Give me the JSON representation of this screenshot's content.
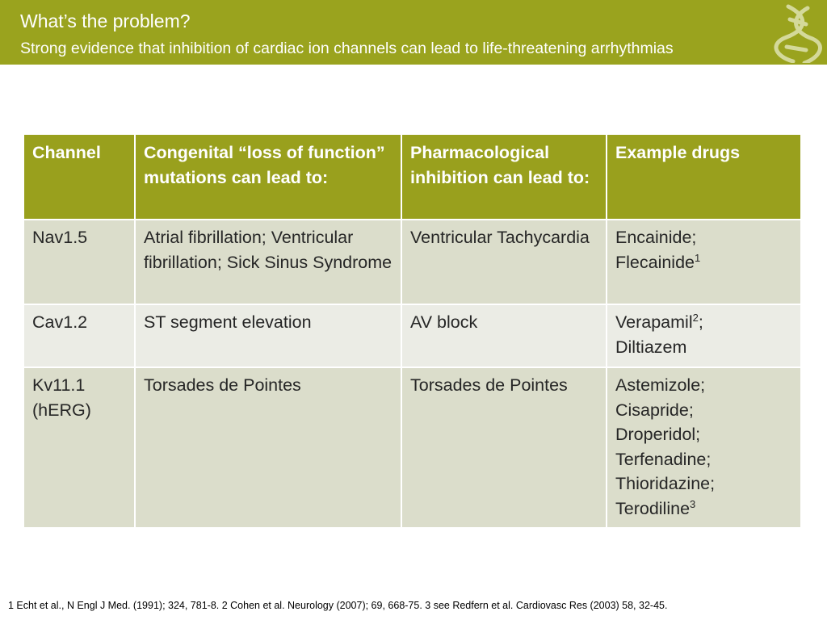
{
  "slide": {
    "title": "What’s the problem?",
    "subtitle": "Strong evidence that inhibition of cardiac ion channels can lead to life-threatening arrhythmias",
    "logo_icon": "helix-logo-icon"
  },
  "colors": {
    "header": "#9aa31e",
    "table_header": "#99a01d",
    "row_dark": "#dbddcb",
    "row_light": "#ebece5"
  },
  "table": {
    "headers": [
      "Channel",
      "Congenital “loss of function” mutations can lead to:",
      "Pharmacological inhibition can lead to:",
      "Example drugs"
    ],
    "rows": [
      {
        "channel": "Nav1.5",
        "congenital": "Atrial fibrillation; Ventricular fibrillation; Sick Sinus Syndrome",
        "pharmacological": "Ventricular Tachycardia",
        "drugs": [
          {
            "text": "Encainide;",
            "sup": ""
          },
          {
            "text": "Flecainide",
            "sup": "1"
          }
        ]
      },
      {
        "channel": "Cav1.2",
        "congenital": "ST segment elevation",
        "pharmacological": "AV block",
        "drugs": [
          {
            "text": "Verapamil",
            "sup": "2",
            "after": ";"
          },
          {
            "text": "Diltiazem",
            "sup": ""
          }
        ]
      },
      {
        "channel": "Kv11.1 (hERG)",
        "congenital": "Torsades de Pointes",
        "pharmacological": "Torsades de Pointes",
        "drugs": [
          {
            "text": "Astemizole;",
            "sup": ""
          },
          {
            "text": "Cisapride;",
            "sup": ""
          },
          {
            "text": "Droperidol;",
            "sup": ""
          },
          {
            "text": "Terfenadine;",
            "sup": ""
          },
          {
            "text": "Thioridazine;",
            "sup": ""
          },
          {
            "text": "Terodiline",
            "sup": "3"
          }
        ]
      }
    ]
  },
  "footer": {
    "references": "1 Echt et al., N Engl J Med. (1991); 324, 781-8.  2 Cohen et al. Neurology (2007); 69, 668-75. 3 see Redfern et al. Cardiovasc Res (2003) 58, 32-45."
  }
}
